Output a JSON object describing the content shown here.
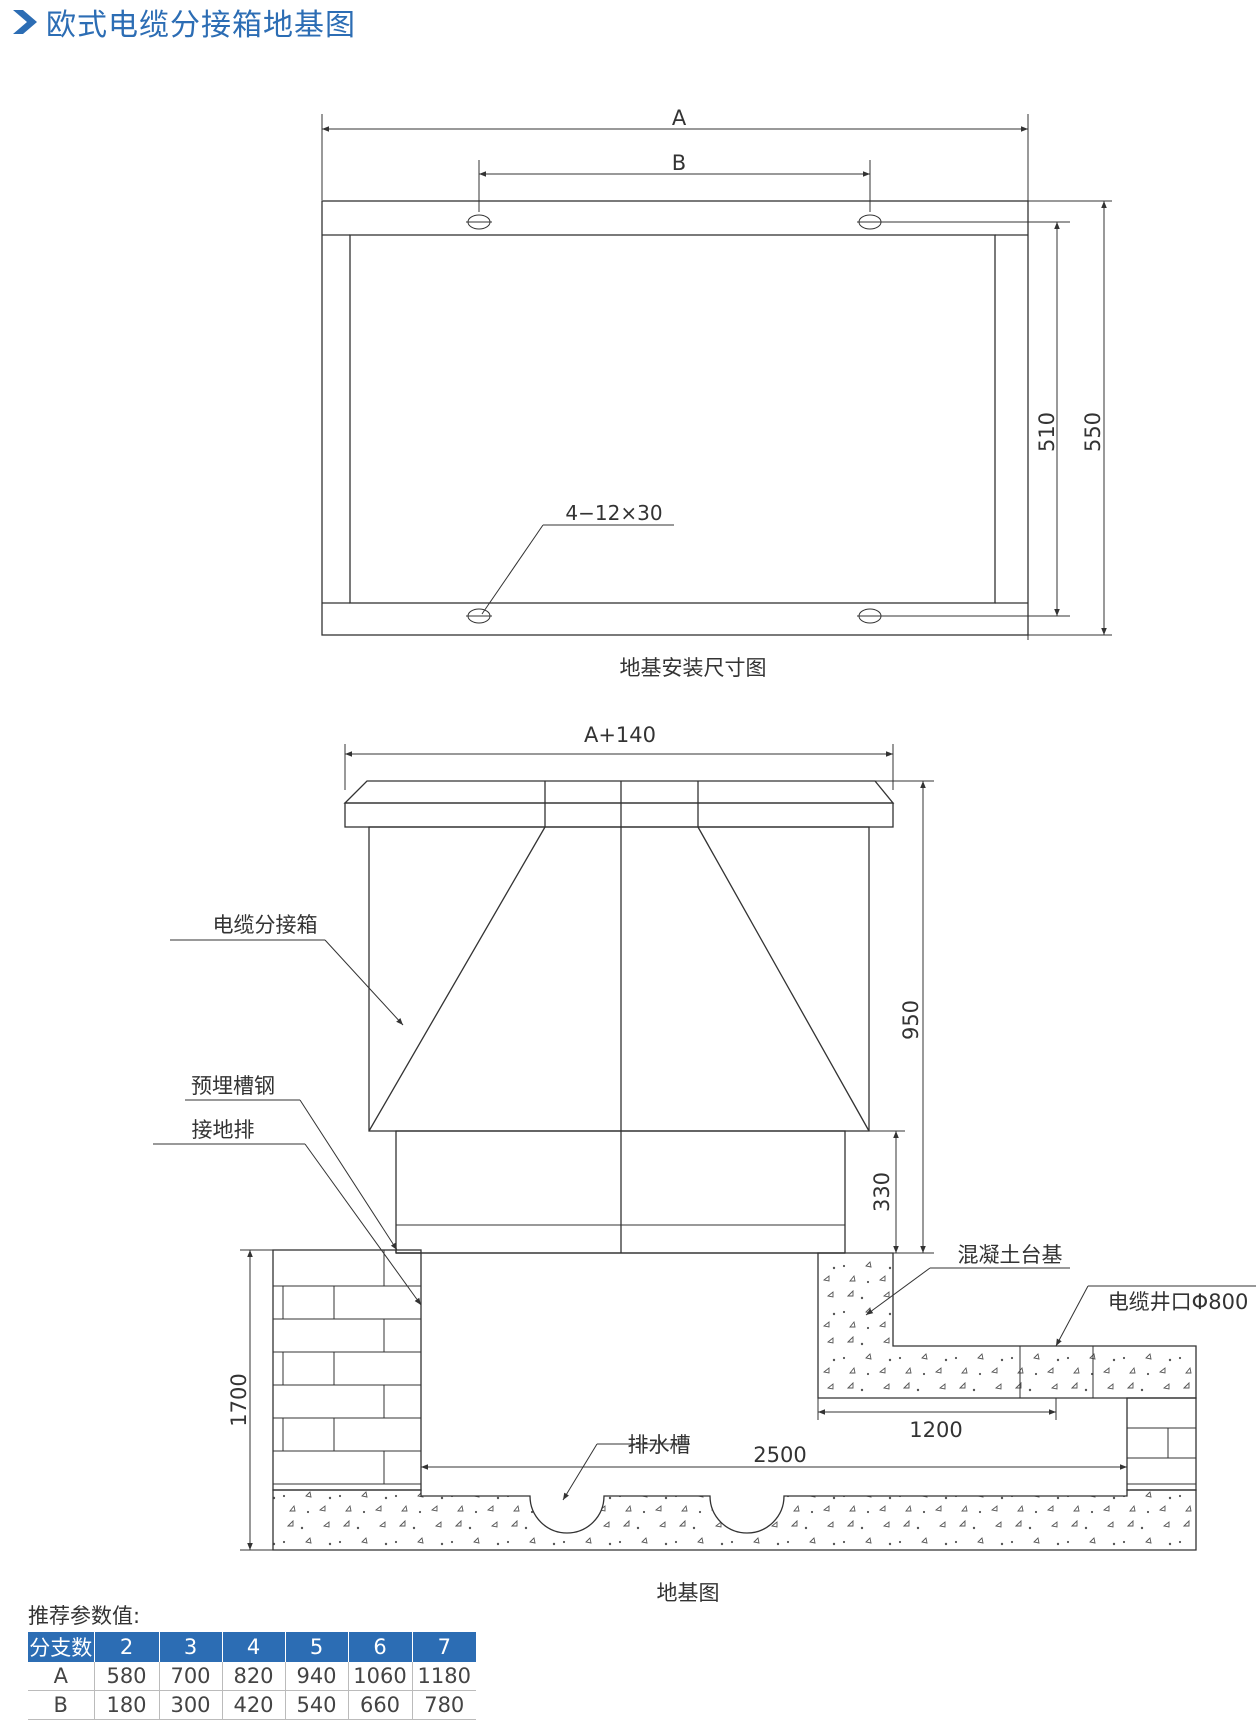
{
  "title": "欧式电缆分接箱地基图",
  "top_view": {
    "dim_a": "A",
    "dim_b": "B",
    "dim_510": "510",
    "dim_550": "550",
    "hole_spec": "4−12×30",
    "caption": "地基安装尺寸图"
  },
  "section_view": {
    "dim_width": "A+140",
    "dim_950": "950",
    "dim_330": "330",
    "dim_1700": "1700",
    "dim_1200": "1200",
    "dim_2500": "2500",
    "label_cabinet": "电缆分接箱",
    "label_channel_steel": "预埋槽钢",
    "label_ground_bar": "接地排",
    "label_concrete_base": "混凝土台基",
    "label_cable_well": "电缆井口Φ800",
    "label_drain": "排水槽",
    "caption": "地基图"
  },
  "table": {
    "caption": "推荐参数值:",
    "header": [
      "分支数",
      "2",
      "3",
      "4",
      "5",
      "6",
      "7"
    ],
    "rows": [
      [
        "A",
        "580",
        "700",
        "820",
        "940",
        "1060",
        "1180"
      ],
      [
        "B",
        "180",
        "300",
        "420",
        "540",
        "660",
        "780"
      ]
    ]
  },
  "colors": {
    "accent": "#2c6db4"
  }
}
